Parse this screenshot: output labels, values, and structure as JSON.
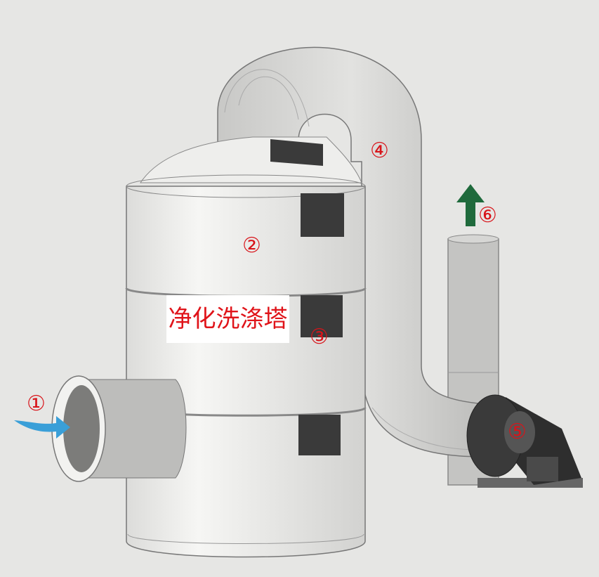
{
  "diagram": {
    "title_label": "净化洗涤塔",
    "markers": {
      "inlet": "①",
      "tower_body": "②",
      "tower_window": "③",
      "duct": "④",
      "fan": "⑤",
      "outlet": "⑥"
    },
    "colors": {
      "label_red": "#d8141a",
      "inlet_arrow": "#3a9fd8",
      "outlet_arrow": "#1f6a3c"
    }
  }
}
